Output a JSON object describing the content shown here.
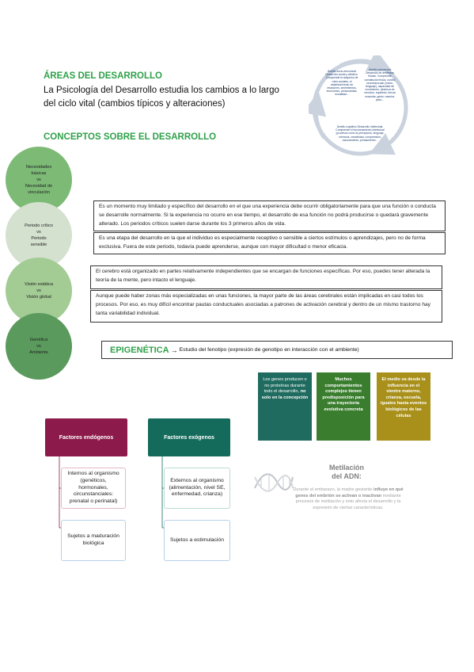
{
  "header": {
    "title": "ÁREAS DEL DESARROLLO",
    "intro_line1": "La Psicología del Desarrollo estudia los cambios a lo largo",
    "intro_line2": "del ciclo vital (cambios típicos y alteraciones)",
    "concepts_title": "CONCEPTOS SOBRE EL DESARROLLO"
  },
  "cycle": {
    "segment1": "Ámbito socio-emocional Desarrollo social y afectivo. Comprende la adopción de roles sociales, el establecimiento de relaciones, sentimientos, emociones, personalidad, moralidad...",
    "segment2": "Ámbito psicomotor Desarrollo de destrezas físicas. Comprende constitución física, control neuromuscular (visión, lenguaje), capacidad de movimiento, destreza de mención, equilibrio, fuerza muscular, gesto, marcha, paso...",
    "segment3": "Ámbito cognitivo Desarrollo intelectual. Comprende el funcionamiento intelectual (procesos como la percepción, lenguaje, memoria, creatividad, comprensión, razonamiento, pensamiento..."
  },
  "circles": [
    {
      "top": "Necesidades básicas",
      "vs": "vs",
      "bottom": "Necesidad de vinculación"
    },
    {
      "top": "Periodo crítico",
      "vs": "vs",
      "bottom": "Periodo sensible"
    },
    {
      "top": "Visión estática",
      "vs": "vs",
      "bottom": "Visión global"
    },
    {
      "top": "Genética",
      "vs": "vs",
      "bottom": "Ambiente"
    }
  ],
  "boxes": {
    "critico": "Es un momento muy limitado y específico del desarrollo en el que una experiencia debe ocurrir obligatoriamente para que una función o conducta se desarrolle normalmente. Si la experiencia no ocurre en ese tiempo, el desarrollo de esa función no podrá producirse o quedará gravemente alterado. Los periodos críticos suelen darse durante los 3 primeros años de vida.",
    "sensible": "Es una etapa del desarrollo en la que el individuo es especialmente receptivo o sensible a ciertos estímulos o aprendizajes, pero no de forma exclusiva. Fuera de este periodo, todavía puede aprenderse, aunque con mayor dificultad o menor eficacia.",
    "estatica": "El cerebro está organizado en partes relativamente independientes que se encargan de funciones específicas. Por eso, puedes tener alterada la teoría de la mente, pero intacto el lenguaje.",
    "global": "Aunque puede haber zonas más especializadas en unas funciones, la mayor parte de las áreas cerebrales están implicadas en casi todos los procesos. Por eso, es muy difícil encontrar pautas conductuales asociadas a patrones de activación cerebral y dentro de un mismo trastorno hay tanta variabilidad individual."
  },
  "epigenetica": {
    "title": "EPIGENÉTICA",
    "arrow": "→",
    "text": "Estudio del fenotipo (expresión de genotipo en interacción con el ambiente)"
  },
  "gene_cards": [
    {
      "pre": "Los genes producen o no proteínas durante todo el desarrollo, ",
      "bold": "no solo en la concepción",
      "color": "#1f6b5f"
    },
    {
      "pre": "",
      "bold": "Muchos comportamientos complejos tienen predisposición para una trayectoria evolutiva concreta",
      "color": "#3a7d2e"
    },
    {
      "pre": "",
      "bold": "El medio va desde la influencia en el vientre materno, crianza, escuela, iguales hasta eventos biológicos de las células",
      "color": "#a8901a"
    }
  ],
  "metilacion": {
    "title_line1": "Metilación",
    "title_line2": "del ADN:",
    "text_pre": "Durante el embarazo, la madre gestante ",
    "text_bold": "influye en qué genes del embrión se activan o inactivan",
    "text_post": " mediante procesos de metilación y esto afecta el desarrollo y la expresión de ciertas características."
  },
  "factores": {
    "endogenos": {
      "title": "Factores endógenos",
      "color": "#8c1a4a",
      "card1": "Internos al organismo (genéticos, hormonales, circunstanciales: prenatal o perinatal)",
      "card2": "Sujetos a maduración biológica"
    },
    "exogenos": {
      "title": "Factores exógenos",
      "color": "#146b5c",
      "card1": "Externos al organismo (alimentación, nivel SE, enfermedad, crianza)",
      "card2": "Sujetos a estimulación"
    }
  }
}
